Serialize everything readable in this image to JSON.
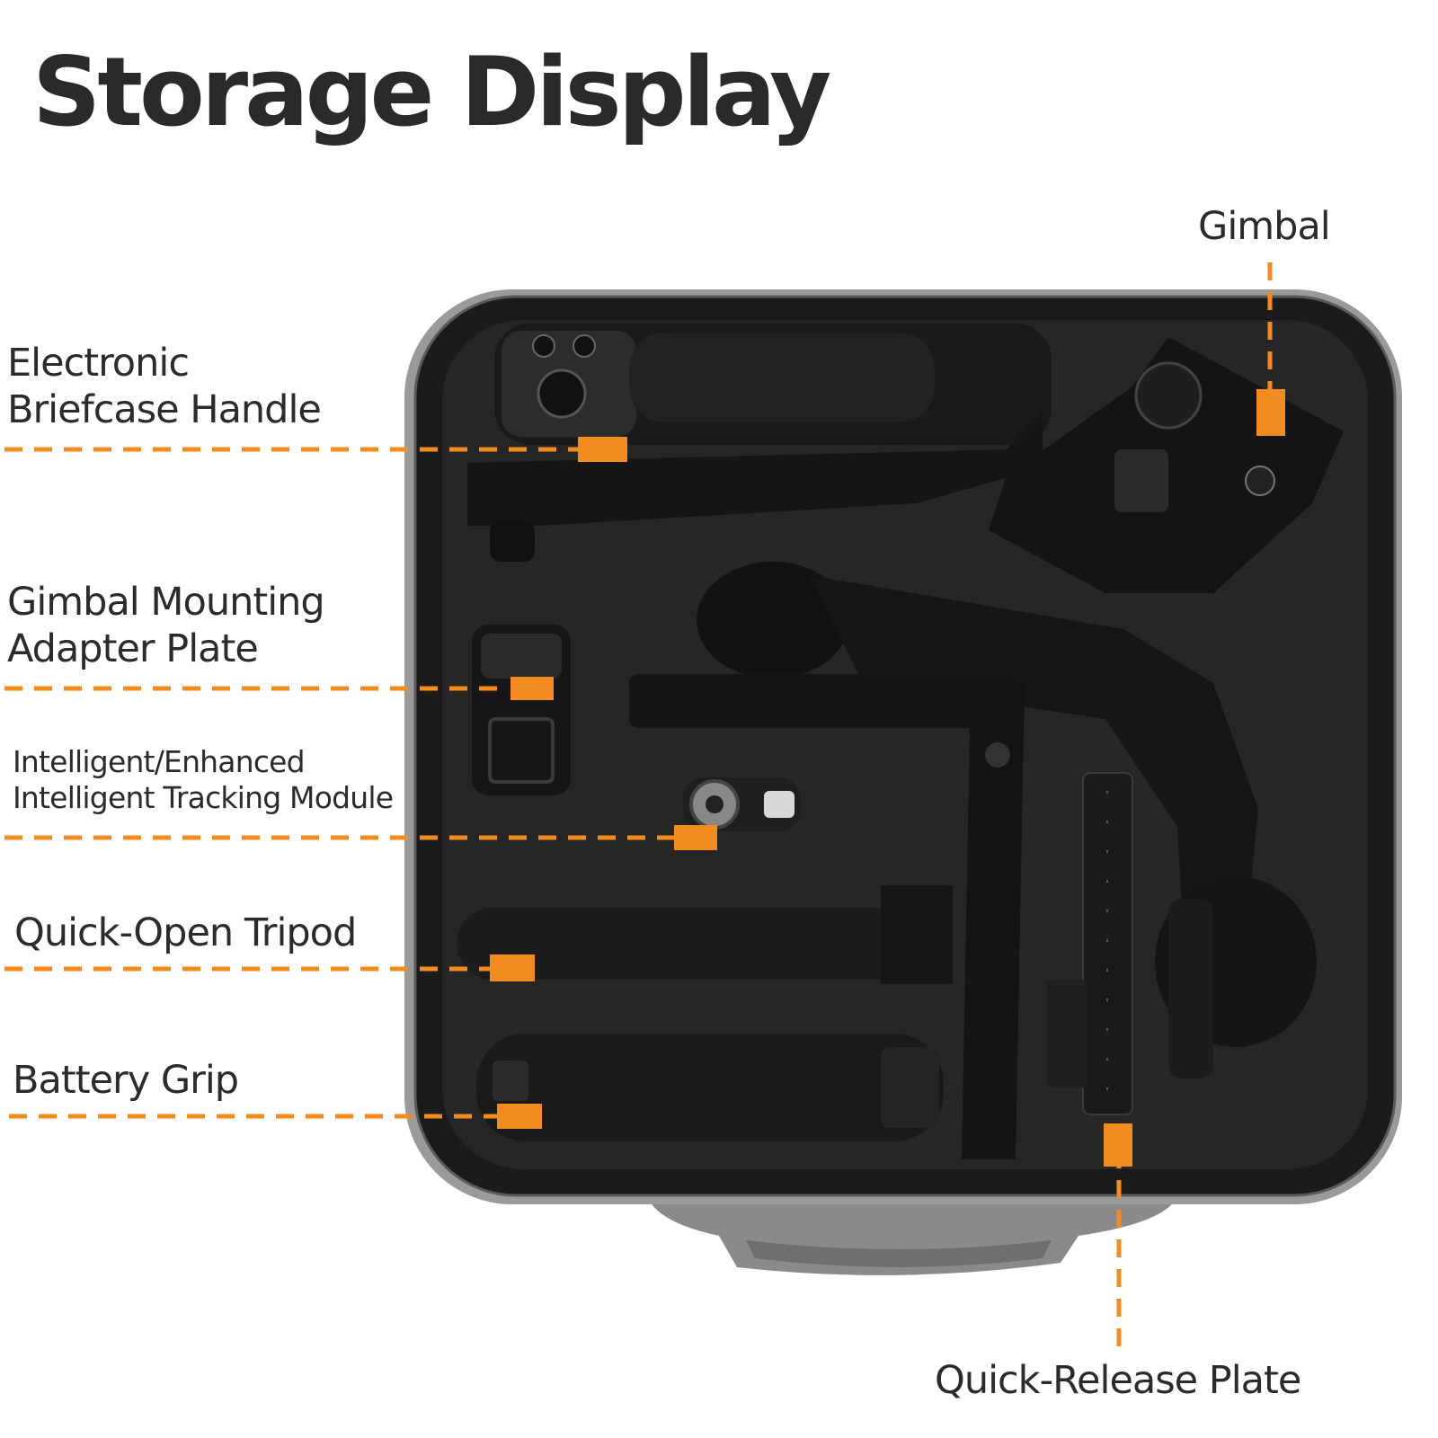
{
  "title": "Storage Display",
  "accent_color": "#f28c1e",
  "case_color": "#1b1b1b",
  "labels": {
    "gimbal": "Gimbal",
    "handle": [
      "Electronic",
      "Briefcase Handle"
    ],
    "adapter": [
      "Gimbal Mounting",
      "Adapter Plate"
    ],
    "tracking": [
      "Intelligent/Enhanced",
      "Intelligent Tracking Module"
    ],
    "tripod": "Quick-Open Tripod",
    "battery": "Battery Grip",
    "release": "Quick-Release Plate"
  }
}
